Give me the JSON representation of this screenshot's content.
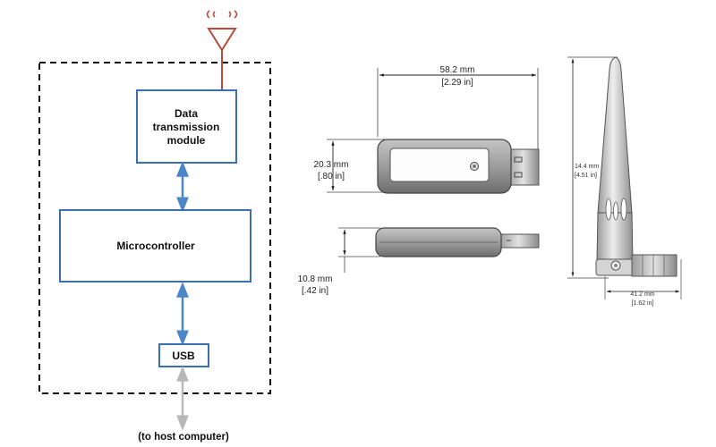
{
  "block_diagram": {
    "block_data_1": "Data",
    "block_data_2": "transmission",
    "block_data_3": "module",
    "block_micro": "Microcontroller",
    "block_usb": "USB",
    "host_caption": "(to host computer)"
  },
  "dongle_drawing": {
    "length_mm": "58.2 mm",
    "length_in": "[2.29 in]",
    "width_mm": "20.3 mm",
    "width_in": "[.80 in]",
    "thickness_mm": "10.8 mm",
    "thickness_in": "[.42 in]"
  },
  "antenna_drawing": {
    "height_mm": "14.4 mm",
    "height_in": "[4.51 in]",
    "base_mm": "41.2 mm",
    "base_in": "[1.62 in]"
  },
  "colors": {
    "block_stroke": "#3a6fb5",
    "arrow_blue": "#4a86c8",
    "antenna_red": "#b84a3a",
    "host_line_gray": "#b8b8b8"
  }
}
